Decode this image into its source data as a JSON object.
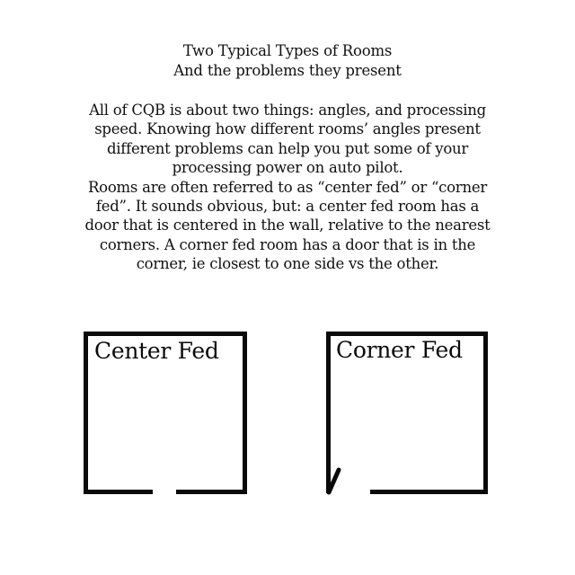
{
  "title": {
    "line1": "Two Typical Types of Rooms",
    "line2": "And the problems they present"
  },
  "body": {
    "lines": [
      "All of CQB is about two things: angles, and processing",
      "speed. Knowing how different rooms’ angles present",
      "different problems can help you put some of your",
      "processing power on auto pilot.",
      "Rooms are often referred to as “center fed” or “corner",
      "fed”. It sounds obvious, but: a center fed room has a",
      "door that is centered in the wall, relative to the nearest",
      "corners. A corner fed room has a door that is in the",
      "corner, ie closest to one side vs the other."
    ]
  },
  "diagrams": {
    "center_fed": {
      "label": "Center Fed",
      "door_position": "center-bottom"
    },
    "corner_fed": {
      "label": "Corner Fed",
      "door_position": "bottom-left-corner"
    }
  },
  "colors": {
    "background": "#ffffff",
    "ink": "#0a0a0a"
  }
}
